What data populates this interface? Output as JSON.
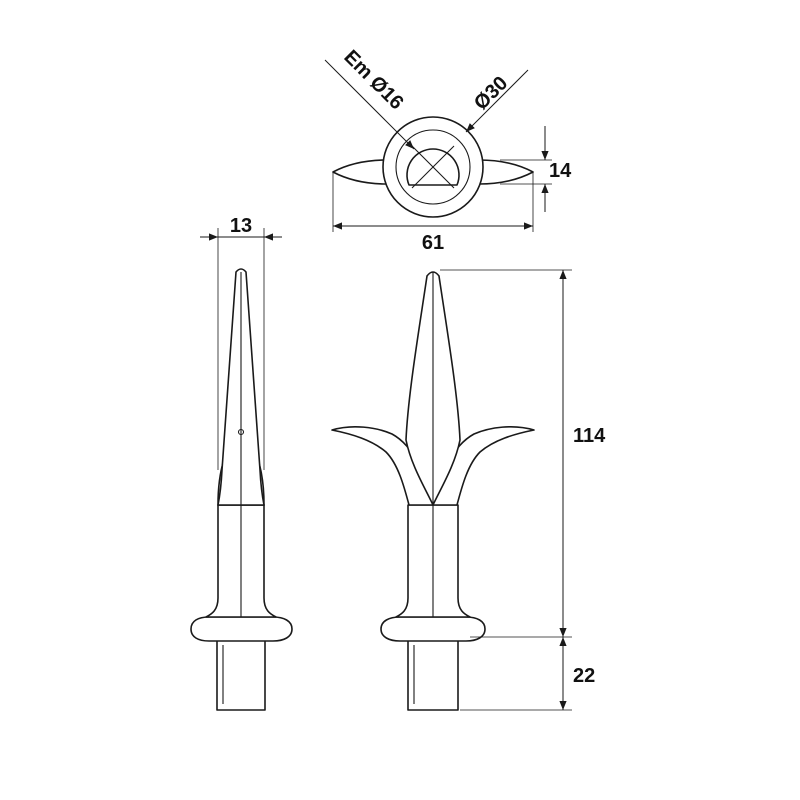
{
  "dimensions": {
    "collar_width": "13",
    "overall_width": "61",
    "flat_height": "14",
    "thread": "Em Ø16",
    "ring_diameter": "Ø30",
    "spike_height": "114",
    "spigot_height": "22"
  },
  "colors": {
    "line": "#1a1a1a",
    "background": "#ffffff"
  }
}
